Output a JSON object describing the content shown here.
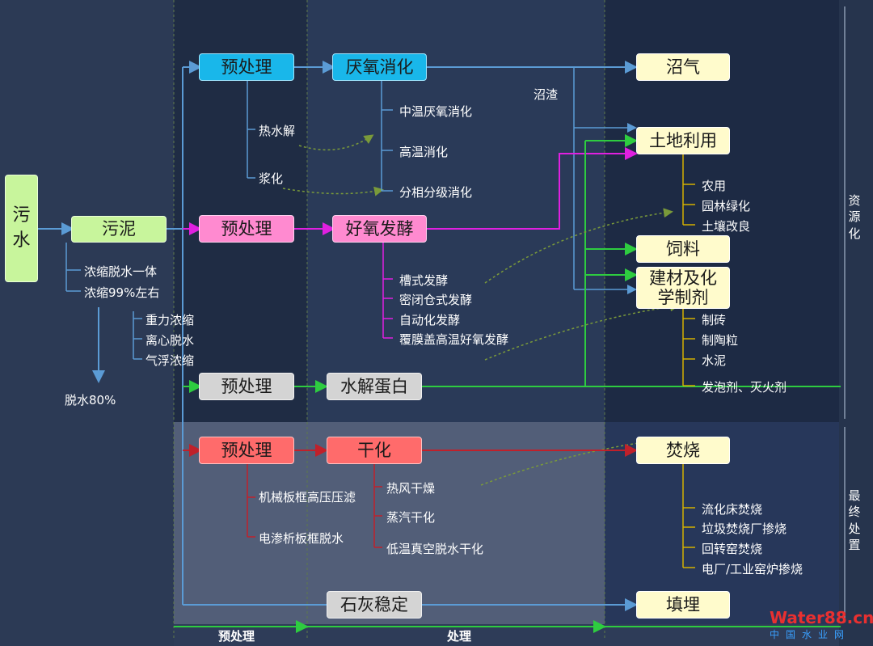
{
  "boxes": {
    "wastewater": "污水",
    "sludge": "污泥",
    "pre1": "预处理",
    "anaerobic": "厌氧消化",
    "pre2": "预处理",
    "aerobic": "好氧发酵",
    "pre3": "预处理",
    "hydrolysis": "水解蛋白",
    "pre4": "预处理",
    "drying": "干化",
    "lime": "石灰稳定",
    "biogas": "沼气",
    "land": "土地利用",
    "feed": "饲料",
    "building": "建材及化学制剂",
    "incineration": "焚烧",
    "landfill": "填埋"
  },
  "labels": {
    "biogas_residue": "沼渣",
    "thermal_hydrolysis": "热水解",
    "slurry": "浆化",
    "meso": "中温厌氧消化",
    "thermo": "高温消化",
    "phased": "分相分级消化",
    "thick_dewater": "浓缩脱水一体",
    "thick_99": "浓缩99%左右",
    "gravity": "重力浓缩",
    "centrifugal": "离心脱水",
    "flotation": "气浮浓缩",
    "dewater80": "脱水80%",
    "windrow": "槽式发酵",
    "enclosed": "密闭仓式发酵",
    "auto": "自动化发酵",
    "membrane": "覆膜盖高温好氧发酵",
    "farm": "农用",
    "forest": "园林绿化",
    "soil": "土壤改良",
    "brick": "制砖",
    "ceramsite": "制陶粒",
    "cement": "水泥",
    "foaming": "发泡剂、灭火剂",
    "plate_press": "机械板框高压压滤",
    "electro": "电渗析板框脱水",
    "hot_air": "热风干燥",
    "steam": "蒸汽干化",
    "vacuum": "低温真空脱水干化",
    "fluid_bed": "流化床焚烧",
    "garbage": "垃圾焚烧厂掺烧",
    "rotary": "回转窑焚烧",
    "power": "电厂/工业窑炉掺烧",
    "resource": "资源化",
    "final": "最终处置",
    "bottom_pre": "预处理",
    "bottom_proc": "处理"
  },
  "watermark": {
    "brand": "Water88.cn",
    "cn": "中国水业网"
  },
  "colors": {
    "cyan": "#19b7ea",
    "pink": "#ff8ad0",
    "gray": "#d4d4d4",
    "red": "#ff6b6b",
    "yellow": "#fffbcc",
    "green": "#c8f59c",
    "blue_line": "#5b9bd5",
    "magenta_line": "#e020e0",
    "green_line": "#2ecc40",
    "red_line": "#c0202a"
  }
}
